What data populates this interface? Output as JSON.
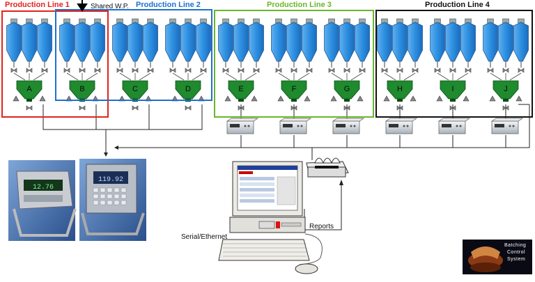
{
  "lines": [
    {
      "title": "Production Line 1",
      "color": "#e0241b"
    },
    {
      "title": "Production Line 2",
      "color": "#1f6fd1"
    },
    {
      "title": "Production Line 3",
      "color": "#69b62a"
    },
    {
      "title": "Production Line 4",
      "color": "#111111"
    }
  ],
  "shared_label": "Shared W.P.",
  "hoppers": [
    "A",
    "B",
    "C",
    "D",
    "E",
    "F",
    "G",
    "H",
    "I",
    "J"
  ],
  "labels": {
    "serial": "Serial/Ethernet",
    "reports": "Reports"
  },
  "logo": {
    "line1": "Batching",
    "line2": "Control",
    "line3": "System"
  },
  "colors": {
    "silo": "#2d8fe0",
    "hopper": "#1f8a2e",
    "wire": "#222222"
  }
}
